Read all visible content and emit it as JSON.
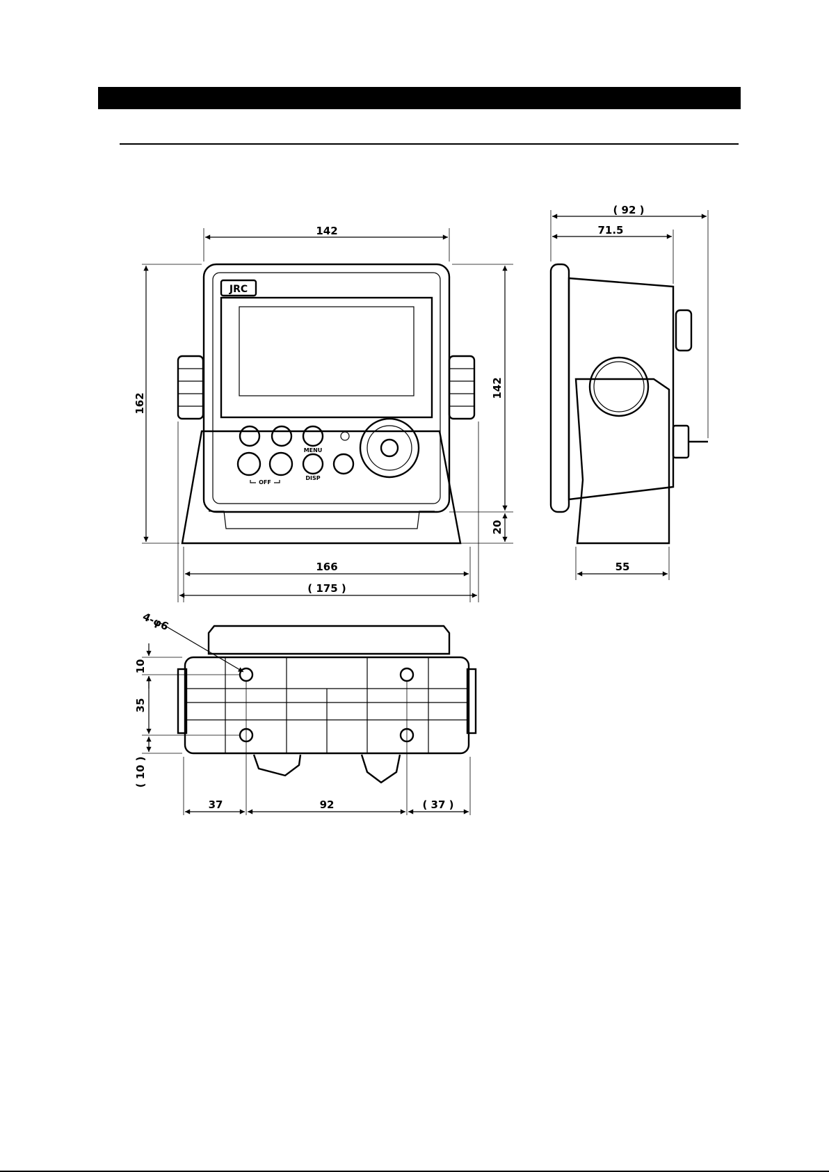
{
  "front_view": {
    "logo": "JRC",
    "dimensions": {
      "width": "142",
      "height_total": "162",
      "height_body": "142",
      "base_height": "20",
      "base_width": "166",
      "overall_width": "( 175 )"
    },
    "button_labels": {
      "menu": "MENU",
      "disp": "DISP",
      "off": "OFF"
    }
  },
  "side_view": {
    "dimensions": {
      "overall_depth": "( 92 )",
      "body_depth": "71.5",
      "base_depth": "55"
    }
  },
  "bottom_view": {
    "hole_spec": "4-φ6",
    "dimensions": {
      "top_offset": "10",
      "hole_pitch_v": "35",
      "bottom_offset": "( 10 )",
      "left_offset": "37",
      "hole_pitch_h": "92",
      "right_offset": "( 37 )"
    }
  }
}
